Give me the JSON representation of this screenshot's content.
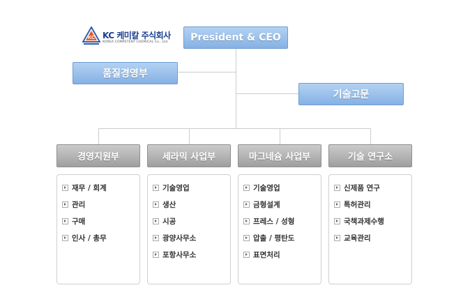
{
  "logo": {
    "kc": "KC",
    "company": "케미칼 주식회사",
    "english": "KOREA COMPETENT CHEMICAL Co., Ltd."
  },
  "ceo": "President & CEO",
  "quality": "품질경영부",
  "advisor": "기술고문",
  "departments": [
    {
      "name": "경영지원부",
      "items": [
        "재무 / 회계",
        "관리",
        "구매",
        "인사 / 총무"
      ]
    },
    {
      "name": "세라믹 사업부",
      "items": [
        "기술영업",
        "생산",
        "시공",
        "광양사무소",
        "포항사무소"
      ]
    },
    {
      "name": "마그네슘 사업부",
      "items": [
        "기술영업",
        "금형설계",
        "프레스 / 성형",
        "압출 / 평탄도",
        "표면처리"
      ]
    },
    {
      "name": "기술 연구소",
      "items": [
        "신제품 연구",
        "특허관리",
        "국책과제수행",
        "교육관리"
      ]
    }
  ],
  "colors": {
    "top_box": "#8fb8e8",
    "dept_box": "#a9a9a9",
    "brand": "#1b3f8f",
    "connector": "#cccccc"
  },
  "icons": {
    "item_bullet": "arrow-right-box-icon",
    "logo": "kc-logo-mark"
  }
}
